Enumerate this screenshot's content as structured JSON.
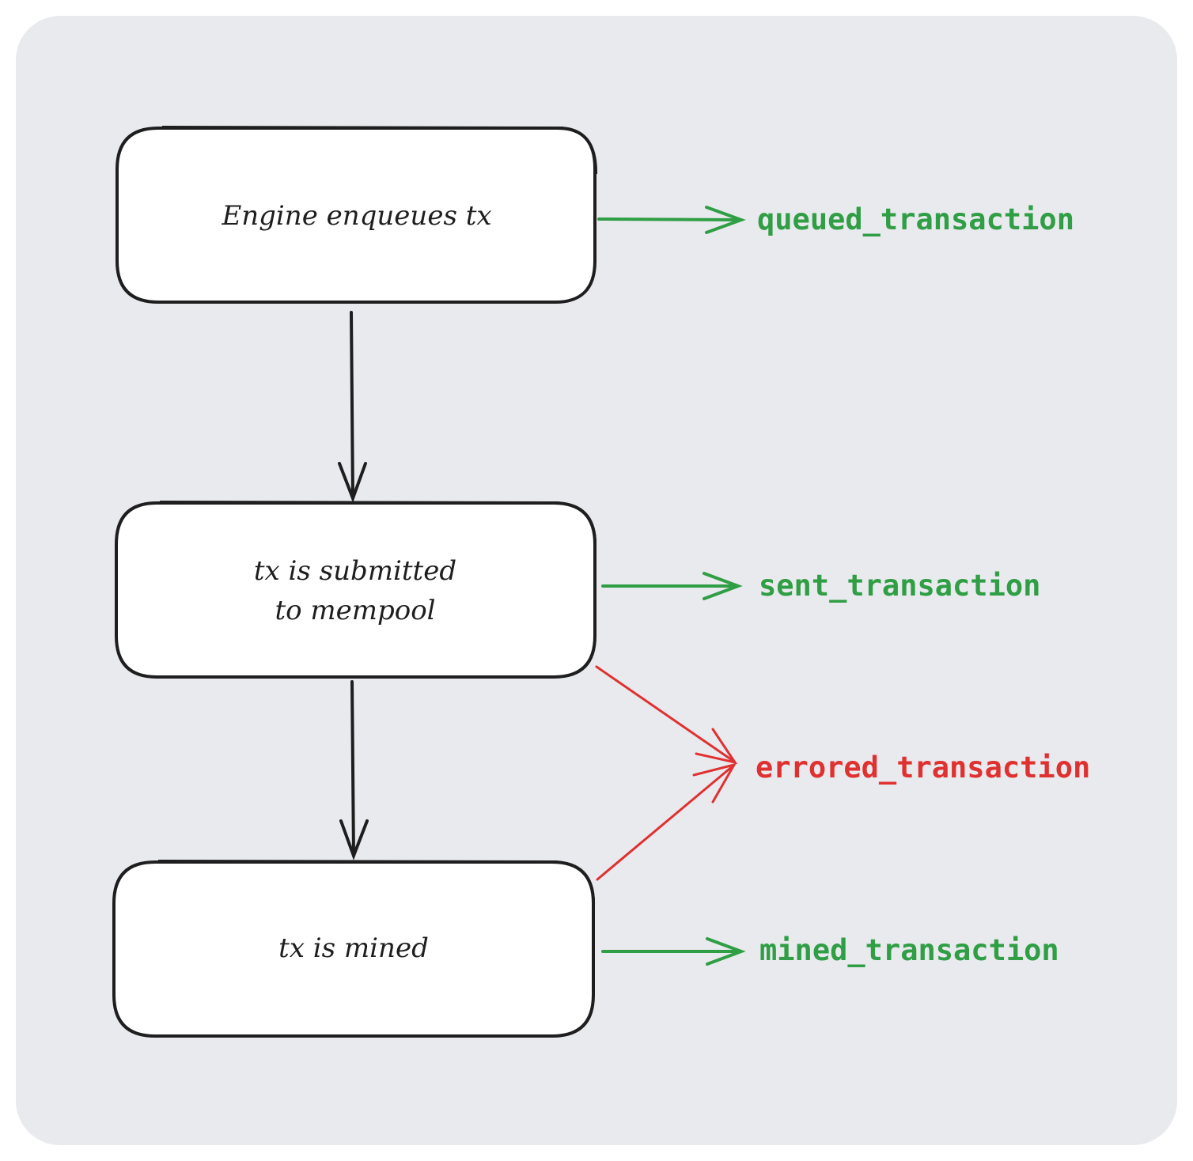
{
  "colors": {
    "background": "#e9eaee",
    "box_fill": "#ffffff",
    "box_stroke": "#1e1e1e",
    "success": "#2f9e44",
    "error": "#e03131"
  },
  "boxes": {
    "enqueue": {
      "line1": "Engine enqueues tx",
      "line2": ""
    },
    "submitted": {
      "line1": "tx is submitted",
      "line2": "to mempool"
    },
    "mined": {
      "line1": "tx is mined",
      "line2": ""
    }
  },
  "events": {
    "queued": {
      "label": "queued_transaction",
      "status": "success"
    },
    "sent": {
      "label": "sent_transaction",
      "status": "success"
    },
    "errored": {
      "label": "errored_transaction",
      "status": "error"
    },
    "mined": {
      "label": "mined_transaction",
      "status": "success"
    }
  }
}
